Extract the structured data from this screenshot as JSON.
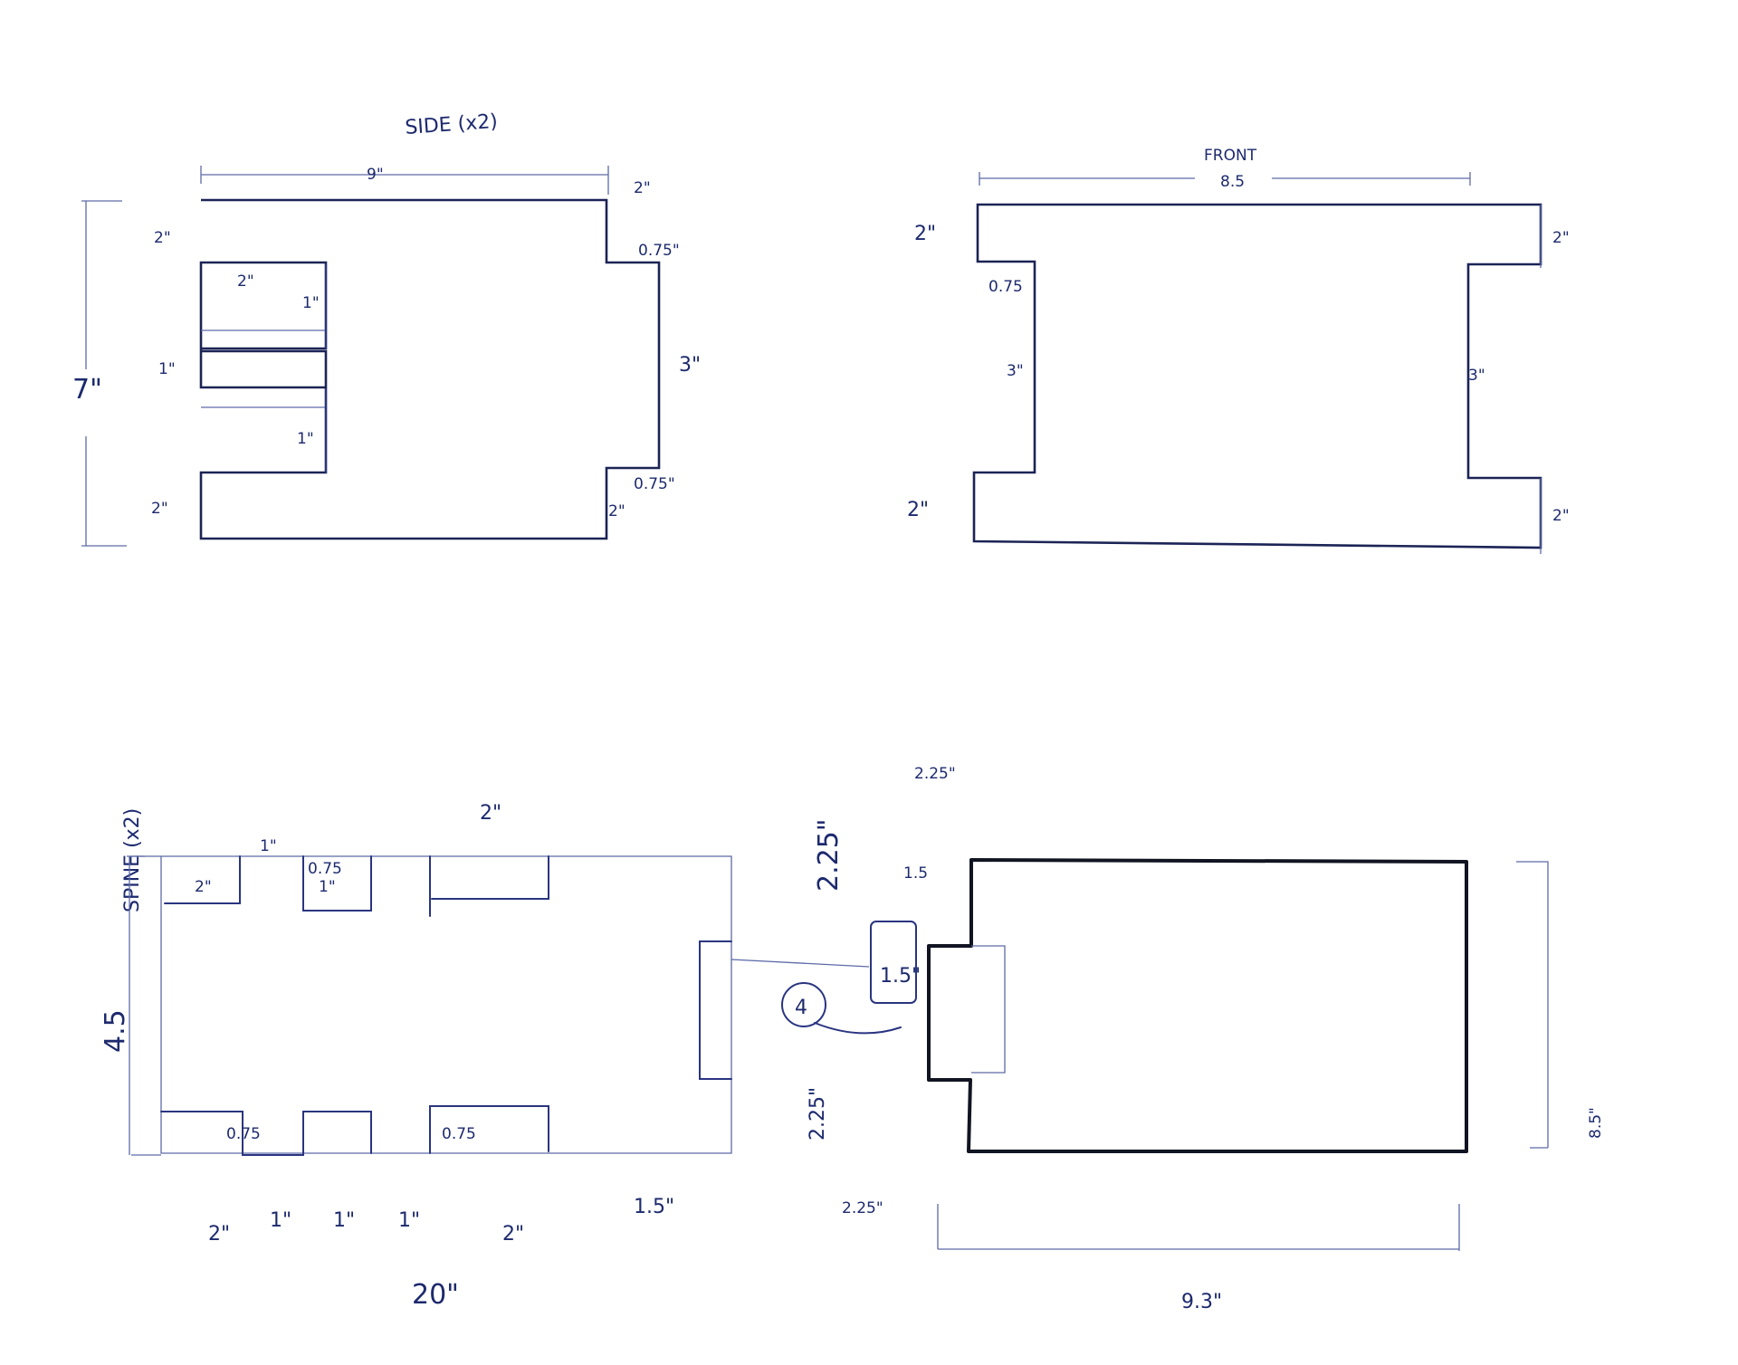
{
  "sheet": {
    "ink_color": "#2a3580",
    "outline_color": "#111522",
    "paper_color": "#ffffff"
  },
  "side": {
    "title": "SIDE (x2)",
    "width": "9\"",
    "height": "7\"",
    "top_notch_depth": "2\"",
    "top_right_notch": "2\"",
    "top_right_inset": "0.75\"",
    "tab_depth_top": "2\"",
    "tab_height_top": "1\"",
    "slot_label": "1\"",
    "tab_height_bottom": "1\"",
    "bottom_left_notch": "2\"",
    "right_center": "3\"",
    "bottom_right_inset": "0.75\"",
    "bottom_right_notch": "2\""
  },
  "front": {
    "title": "FRONT",
    "width": "8.5",
    "left_top": "2\"",
    "left_inset": "0.75",
    "left_center": "3\"",
    "left_bottom": "2\"",
    "right_top": "2\"",
    "right_center": "3\"",
    "right_bottom": "2\""
  },
  "spine": {
    "title": "SPINE (x2)",
    "height": "4.5",
    "width": "20\"",
    "top_slot_1": "1\"",
    "top_slot_1_label": "2\"",
    "top_slot_2": "0.75",
    "top_slot_2_b": "1\"",
    "top_slot_3": "2\"",
    "right_top": "2.25\"",
    "right_bottom": "2.25\"",
    "end_tab": "1.5\"",
    "bottom_inset_1": "0.75",
    "bottom_inset_2": "0.75",
    "bottom_1": "2\"",
    "bottom_2": "1\"",
    "bottom_3": "1\"",
    "bottom_4": "1\"",
    "bottom_5": "2\"",
    "bottom_end": "1.5\"",
    "note_circle": "4"
  },
  "base": {
    "width": "9.3\"",
    "height": "8.5\"",
    "top_offset": "2.25\"",
    "tab": "1.5",
    "bottom_offset": "2.25\""
  }
}
